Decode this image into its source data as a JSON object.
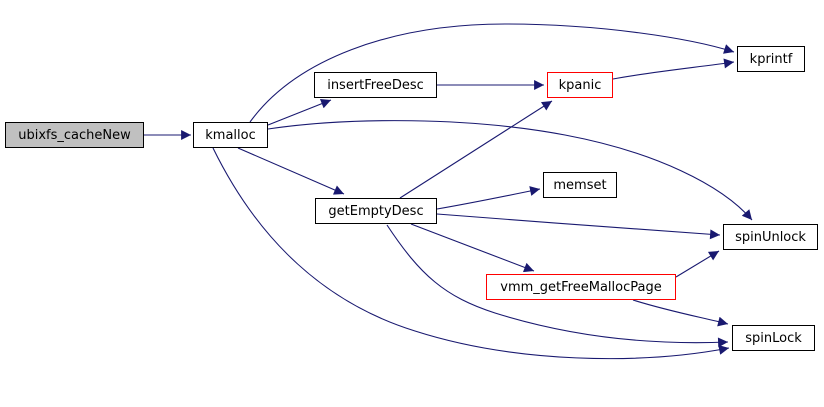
{
  "diagram": {
    "type": "call-graph",
    "nodes": [
      {
        "id": "ubixfs_cacheNew",
        "label": "ubixfs_cacheNew",
        "fill": "#c0c0c0",
        "border": "#000000"
      },
      {
        "id": "kmalloc",
        "label": "kmalloc",
        "fill": "#ffffff",
        "border": "#000000"
      },
      {
        "id": "insertFreeDesc",
        "label": "insertFreeDesc",
        "fill": "#ffffff",
        "border": "#000000"
      },
      {
        "id": "kpanic",
        "label": "kpanic",
        "fill": "#ffffff",
        "border": "#ff0000"
      },
      {
        "id": "kprintf",
        "label": "kprintf",
        "fill": "#ffffff",
        "border": "#000000"
      },
      {
        "id": "memset",
        "label": "memset",
        "fill": "#ffffff",
        "border": "#000000"
      },
      {
        "id": "getEmptyDesc",
        "label": "getEmptyDesc",
        "fill": "#ffffff",
        "border": "#000000"
      },
      {
        "id": "spinUnlock",
        "label": "spinUnlock",
        "fill": "#ffffff",
        "border": "#000000"
      },
      {
        "id": "vmm_getFreeMallocPage",
        "label": "vmm_getFreeMallocPage",
        "fill": "#ffffff",
        "border": "#ff0000"
      },
      {
        "id": "spinLock",
        "label": "spinLock",
        "fill": "#ffffff",
        "border": "#000000"
      }
    ],
    "edges": [
      {
        "from": "ubixfs_cacheNew",
        "to": "kmalloc"
      },
      {
        "from": "kmalloc",
        "to": "kprintf"
      },
      {
        "from": "kmalloc",
        "to": "insertFreeDesc"
      },
      {
        "from": "kmalloc",
        "to": "getEmptyDesc"
      },
      {
        "from": "kmalloc",
        "to": "spinUnlock"
      },
      {
        "from": "kmalloc",
        "to": "spinLock"
      },
      {
        "from": "insertFreeDesc",
        "to": "kpanic"
      },
      {
        "from": "kpanic",
        "to": "kprintf"
      },
      {
        "from": "getEmptyDesc",
        "to": "kpanic"
      },
      {
        "from": "getEmptyDesc",
        "to": "memset"
      },
      {
        "from": "getEmptyDesc",
        "to": "spinUnlock"
      },
      {
        "from": "getEmptyDesc",
        "to": "vmm_getFreeMallocPage"
      },
      {
        "from": "getEmptyDesc",
        "to": "spinLock"
      },
      {
        "from": "vmm_getFreeMallocPage",
        "to": "spinUnlock"
      },
      {
        "from": "vmm_getFreeMallocPage",
        "to": "spinLock"
      }
    ],
    "colors": {
      "edge": "#191970",
      "background": "#ffffff",
      "focus_fill": "#c0c0c0",
      "error_border": "#ff0000"
    }
  }
}
